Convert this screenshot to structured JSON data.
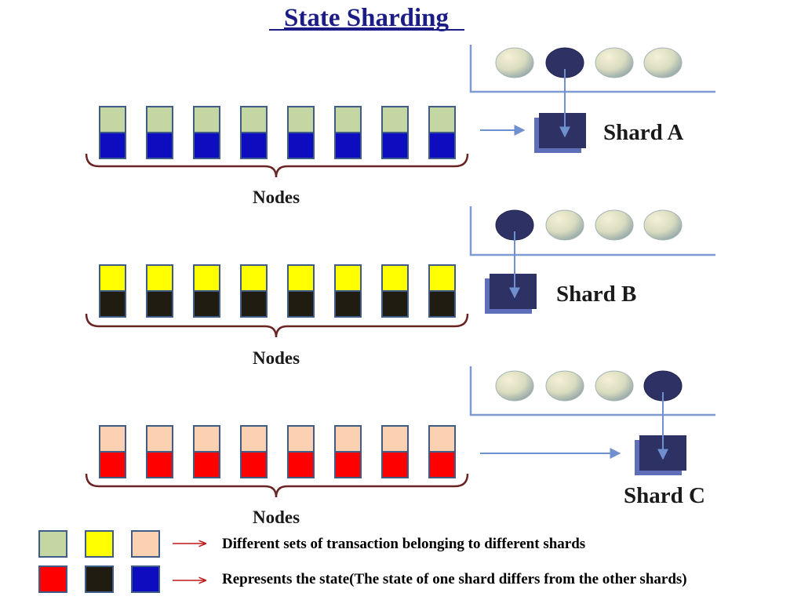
{
  "title": "State Sharding",
  "colors": {
    "title": "#1c1c86",
    "node_border": "#3f5c86",
    "bracket": "#6b2424",
    "pool_line": "#7f9ad0",
    "arrow": "#6f8fcf",
    "shard_box": "#2e3164",
    "shard_box_shadow": "#5e6eb8",
    "legend_arrow": "#c01818",
    "circle_active": "#2e3164"
  },
  "rows": [
    {
      "shard_label": "Shard A",
      "nodes_label": "Nodes",
      "node_count": 8,
      "tx_color": "#c4d6a1",
      "state_color": "#0d0dbf",
      "active_circle": 1
    },
    {
      "shard_label": "Shard B",
      "nodes_label": "Nodes",
      "node_count": 8,
      "tx_color": "#ffff00",
      "state_color": "#201c12",
      "active_circle": 0
    },
    {
      "shard_label": "Shard C",
      "nodes_label": "Nodes",
      "node_count": 8,
      "tx_color": "#fbd1b2",
      "state_color": "#ff0000",
      "active_circle": 3
    }
  ],
  "legend": {
    "tx_text": "Different sets of transaction belonging to different shards",
    "state_text": "Represents the state(The state of one shard differs from the other shards)",
    "tx_swatches": [
      "#c4d6a1",
      "#ffff00",
      "#fbd1b2"
    ],
    "state_swatches": [
      "#ff0000",
      "#201c12",
      "#0d0dbf"
    ]
  }
}
